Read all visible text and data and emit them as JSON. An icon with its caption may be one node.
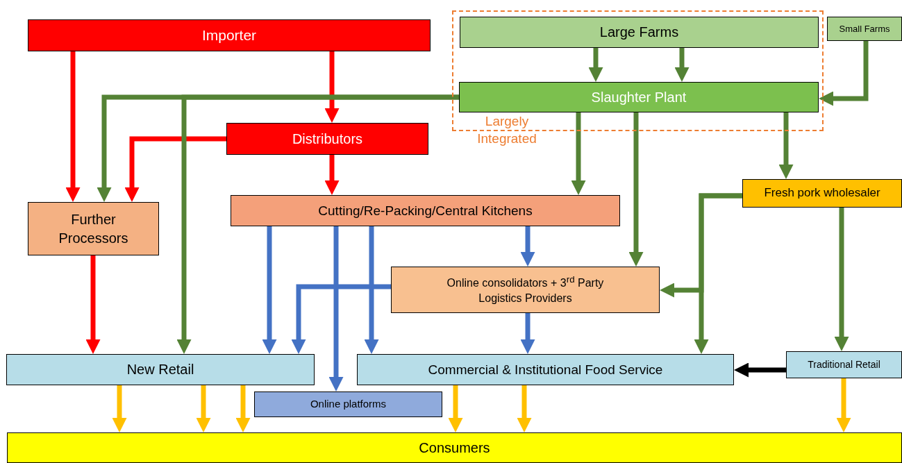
{
  "diagram": {
    "nodes": [
      {
        "text": [
          "Largely Integrated"
        ]
      },
      {
        "text": [
          "Importer"
        ]
      },
      {
        "text": [
          "Large Farms"
        ],
        "in": 0
      },
      {
        "text": [
          "Small Farms"
        ]
      },
      {
        "text": [
          "Slaughter Plant"
        ],
        "in": 0
      },
      {
        "text": [
          "Distributors"
        ]
      },
      {
        "text": [
          "Further Processors"
        ]
      },
      {
        "text": [
          "Cutting/Re-Packing/Central Kitchens"
        ]
      },
      {
        "text": [
          "Fresh pork wholesaler"
        ]
      },
      {
        "text": [
          "Online consolidators + 3$^{rd}$ Party Logistics Providers"
        ]
      },
      {
        "text": [
          "New Retail"
        ]
      },
      {
        "text": [
          "Commercial & Institutional Food Service"
        ]
      },
      {
        "text": [
          "Traditional Retail"
        ]
      },
      {
        "text": [
          "Online platforms"
        ]
      },
      {
        "text": [
          "Consumers"
        ]
      }
    ],
    "edges": [
      {
        "from": 1,
        "to": 6,
        "arrow": "to",
        "color": "#ff0000"
      },
      {
        "from": 1,
        "to": 5,
        "arrow": "to",
        "color": "#ff0000"
      },
      {
        "from": 5,
        "to": 6,
        "arrow": "to",
        "color": "#ff0000"
      },
      {
        "from": 5,
        "to": 7,
        "arrow": "to",
        "color": "#ff0000"
      },
      {
        "from": 2,
        "to": 4,
        "arrow": "to"
      },
      {
        "from": 2,
        "to": 4,
        "arrow": "to"
      },
      {
        "from": 3,
        "to": 4,
        "arrow": "to"
      },
      {
        "from": 4,
        "to": 6,
        "arrow": "to"
      },
      {
        "from": 4,
        "to": 10,
        "arrow": "to"
      },
      {
        "from": 4,
        "to": 7,
        "arrow": "to"
      },
      {
        "from": 4,
        "to": 9,
        "arrow": "to"
      },
      {
        "from": 4,
        "to": 8,
        "arrow": "to"
      },
      {
        "from": 8,
        "to": 9,
        "arrow": "to"
      },
      {
        "from": 8,
        "to": 11,
        "arrow": "to"
      },
      {
        "from": 8,
        "to": 12,
        "arrow": "to"
      },
      {
        "from": 6,
        "to": 10,
        "arrow": "to",
        "color": "#ff0000"
      },
      {
        "from": 7,
        "to": 10,
        "arrow": "to",
        "color": "#4472c4"
      },
      {
        "from": 7,
        "to": 13,
        "arrow": "to",
        "color": "#4472c4"
      },
      {
        "from": 7,
        "to": 11,
        "arrow": "to",
        "color": "#4472c4"
      },
      {
        "from": 7,
        "to": 9,
        "arrow": "to",
        "color": "#4472c4"
      },
      {
        "from": 9,
        "to": 10,
        "arrow": "to",
        "color": "#4472c4"
      },
      {
        "from": 9,
        "to": 11,
        "arrow": "to",
        "color": "#4472c4"
      },
      {
        "from": 12,
        "to": 11,
        "arrow": "to",
        "color": "#000000"
      },
      {
        "from": 10,
        "to": 14,
        "arrow": "to",
        "color": "#ffc000"
      },
      {
        "from": 10,
        "to": 14,
        "arrow": "to",
        "color": "#ffc000"
      },
      {
        "from": 10,
        "to": 14,
        "arrow": "to",
        "color": "#ffc000"
      },
      {
        "from": 11,
        "to": 14,
        "arrow": "to",
        "color": "#ffc000"
      },
      {
        "from": 11,
        "to": 14,
        "arrow": "to",
        "color": "#ffc000"
      },
      {
        "from": 12,
        "to": 14,
        "arrow": "to",
        "color": "#ffc000"
      }
    ]
  }
}
